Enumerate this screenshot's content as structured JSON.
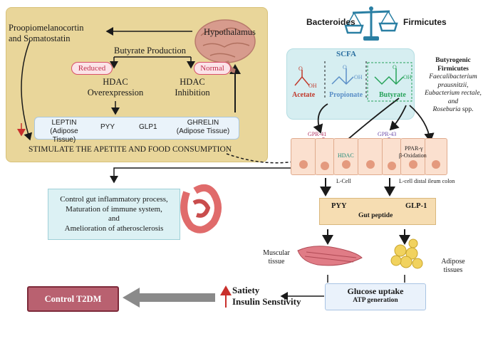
{
  "top": {
    "bacteroides": "Bacteroides",
    "firmicutes": "Firmicutes"
  },
  "hypothalamus_panel": {
    "proopio_line1": "Proopiomelanocortin",
    "proopio_line2": "and Somatostatin",
    "hypothalamus": "Hypothalamus",
    "butyrate_production": "Butyrate Production",
    "reduced": "Reduced",
    "normal": "Normal",
    "hdac_over_line1": "HDAC",
    "hdac_over_line2": "Overexpression",
    "hdac_inhib_line1": "HDAC",
    "hdac_inhib_line2": "Inhibition",
    "hormones": [
      {
        "line1": "LEPTIN",
        "line2": "(Adipose Tissue)"
      },
      {
        "line1": "PYY",
        "line2": ""
      },
      {
        "line1": "GLP1",
        "line2": ""
      },
      {
        "line1": "GHRELIN",
        "line2": "(Adipose Tissue)"
      }
    ],
    "stimulate": "STIMULATE THE APETITE AND FOOD CONSUMPTION"
  },
  "scfa": {
    "title": "SCFA",
    "acetate": "Acetate",
    "propionate": "Propionate",
    "butyrate": "Butyrate",
    "oh": "OH",
    "o": "O"
  },
  "butyrogenic": {
    "title": "Butyrogenic Firmicutes",
    "line1": "Faecalibacterium",
    "line2": "prausnitzii,",
    "line3": "Eubacterium rectale, and",
    "line4_italic": "Roseburia",
    "line4_rest": " spp."
  },
  "cells": {
    "gpr41": "GPR-41",
    "gpr43": "GPR-43",
    "hdac": "HDAC",
    "ppar": "PPAR-γ",
    "beta_ox": "β-Oxidation",
    "lcell": "L-Cell",
    "lcell_distal": "L-cell distal ileum colon"
  },
  "immune": {
    "line1": "Control gut inflammatory process,",
    "line2": "Maturation of immune system,",
    "line3": "and",
    "line4": "Amelioration of atherosclerosis"
  },
  "gut_peptide": {
    "pyy": "PYY",
    "glp1": "GLP-1",
    "label": "Gut peptide"
  },
  "tissues": {
    "muscular_line1": "Muscular",
    "muscular_line2": "tissue",
    "adipose_line1": "Adipose",
    "adipose_line2": "tissues"
  },
  "glucose": {
    "title": "Glucose uptake",
    "sub": "ATP generation"
  },
  "outcome": {
    "satiety": "Satiety",
    "insulin": "Insulin Senstivity",
    "t2dm": "Control T2DM"
  },
  "colors": {
    "panel": "#e9d69a",
    "scfa_box": "#d6eef1",
    "acetate": "#c0392b",
    "propionate": "#5b8fc7",
    "butyrate": "#27a35a",
    "t2dm": "#b96170",
    "scale": "#2a7fa3"
  }
}
